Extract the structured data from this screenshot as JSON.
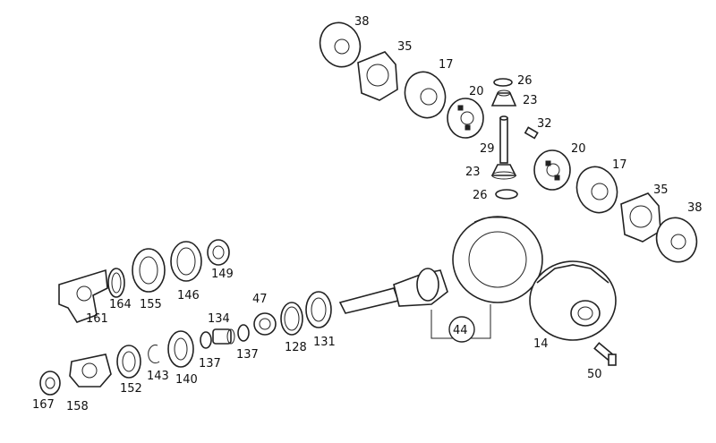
{
  "diagram": {
    "labels": {
      "p38a": "38",
      "p35a": "35",
      "p17a": "17",
      "p26a": "26",
      "p20a": "20",
      "p23a": "23",
      "p32": "32",
      "p29": "29",
      "p20b": "20",
      "p23b": "23",
      "p26b": "26",
      "p17b": "17",
      "p35b": "35",
      "p38b": "38",
      "p149": "149",
      "p146": "146",
      "p155": "155",
      "p164": "164",
      "p161": "161",
      "p47": "47",
      "p134": "134",
      "p137a": "137",
      "p137b": "137",
      "p128": "128",
      "p131": "131",
      "p44": "44",
      "p14": "14",
      "p50": "50",
      "p143": "143",
      "p140": "140",
      "p152": "152",
      "p158": "158",
      "p167": "167"
    }
  }
}
